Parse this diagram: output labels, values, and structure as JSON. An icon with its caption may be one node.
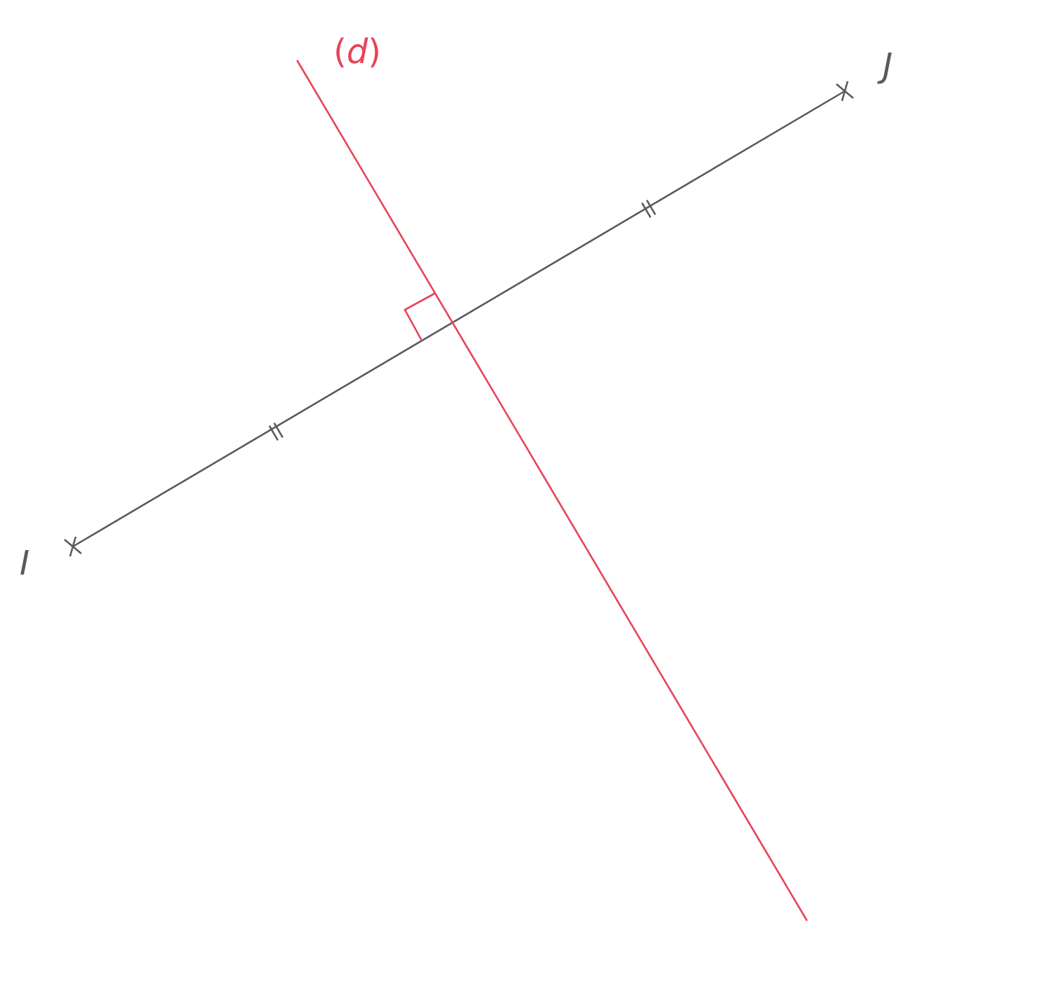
{
  "diagram": {
    "labels": [
      "(*d*)",
      "J",
      "I"
    ]
  }
}
